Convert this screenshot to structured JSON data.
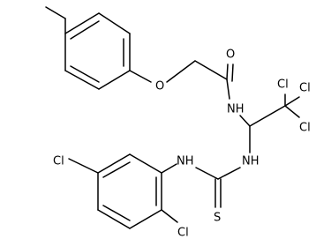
{
  "atoms": {
    "ether_oxygen": "O",
    "carbonyl_oxygen": "O",
    "amide_nh": "NH",
    "cl_1": "Cl",
    "cl_2": "Cl",
    "cl_3": "Cl",
    "thiourea_nh_right": "NH",
    "thiourea_nh_left": "NH",
    "thione_sulfur": "S",
    "ring_cl_5": "Cl",
    "ring_cl_2": "Cl"
  },
  "colors": {
    "bond": "#000000",
    "label": "#000000",
    "background": "#ffffff"
  }
}
